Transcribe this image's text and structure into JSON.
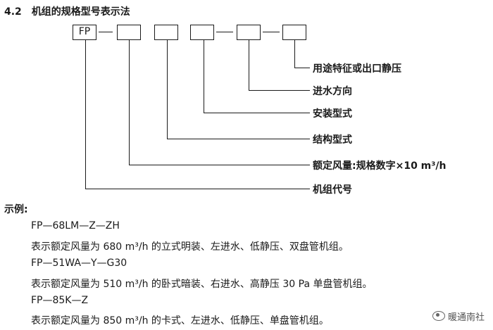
{
  "heading": {
    "number": "4.2",
    "title": "机组的规格型号表示法"
  },
  "diagram": {
    "first_box": "FP",
    "labels": [
      "用途特征或出口静压",
      "进水方向",
      "安装型式",
      "结构型式",
      "额定风量:规格数字×10 m³/h",
      "机组代号"
    ]
  },
  "examples": {
    "title": "示例:",
    "items": [
      {
        "code": "FP—68LM—Z—ZH",
        "desc": "表示额定风量为 680 m³/h 的立式明装、左进水、低静压、双盘管机组。"
      },
      {
        "code": "FP—51WA—Y—G30",
        "desc": "表示额定风量为 510 m³/h 的卧式暗装、右进水、高静压 30 Pa 单盘管机组。"
      },
      {
        "code": "FP—85K—Z",
        "desc": "表示额定风量为 850 m³/h 的卡式、左进水、低静压、单盘管机组。"
      }
    ]
  },
  "watermark": "暖通南社"
}
